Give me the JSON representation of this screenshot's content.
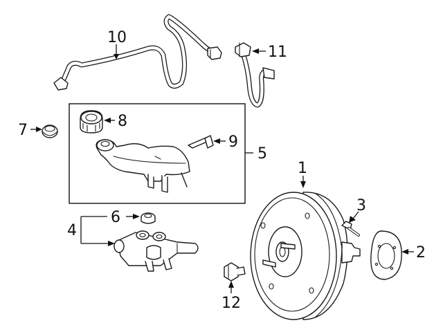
{
  "colors": {
    "line": "#1a1a1a",
    "background": "#ffffff"
  },
  "callouts": {
    "c1": "1",
    "c2": "2",
    "c3": "3",
    "c4": "4",
    "c5": "5",
    "c6": "6",
    "c7": "7",
    "c8": "8",
    "c9": "9",
    "c10": "10",
    "c11": "11",
    "c12": "12"
  }
}
